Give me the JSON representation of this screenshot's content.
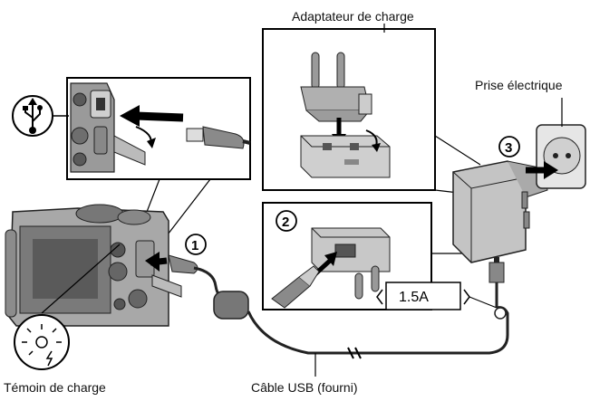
{
  "labels": {
    "charging_adapter": "Adaptateur de charge",
    "electrical_outlet": "Prise électrique",
    "charge_indicator": "Témoin de charge",
    "usb_cable": "Câble USB (fourni)"
  },
  "steps": [
    "1",
    "2",
    "3"
  ],
  "rating_label": "1.5A",
  "icons": [
    "usb-icon",
    "charge-lamp-icon",
    "lightning-icon"
  ]
}
